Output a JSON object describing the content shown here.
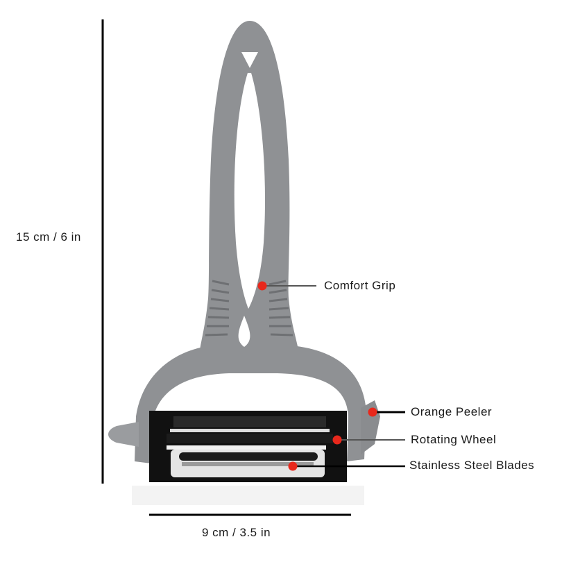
{
  "dimensions": {
    "height_label": "15 cm / 6 in",
    "width_label": "9 cm / 3.5 in"
  },
  "callouts": [
    {
      "label": "Comfort Grip"
    },
    {
      "label": "Orange Peeler"
    },
    {
      "label": "Rotating Wheel"
    },
    {
      "label": "Stainless Steel Blades"
    }
  ],
  "colors": {
    "handle": "#8f9194",
    "marker": "#e8281c",
    "blade_frame": "#111111"
  }
}
